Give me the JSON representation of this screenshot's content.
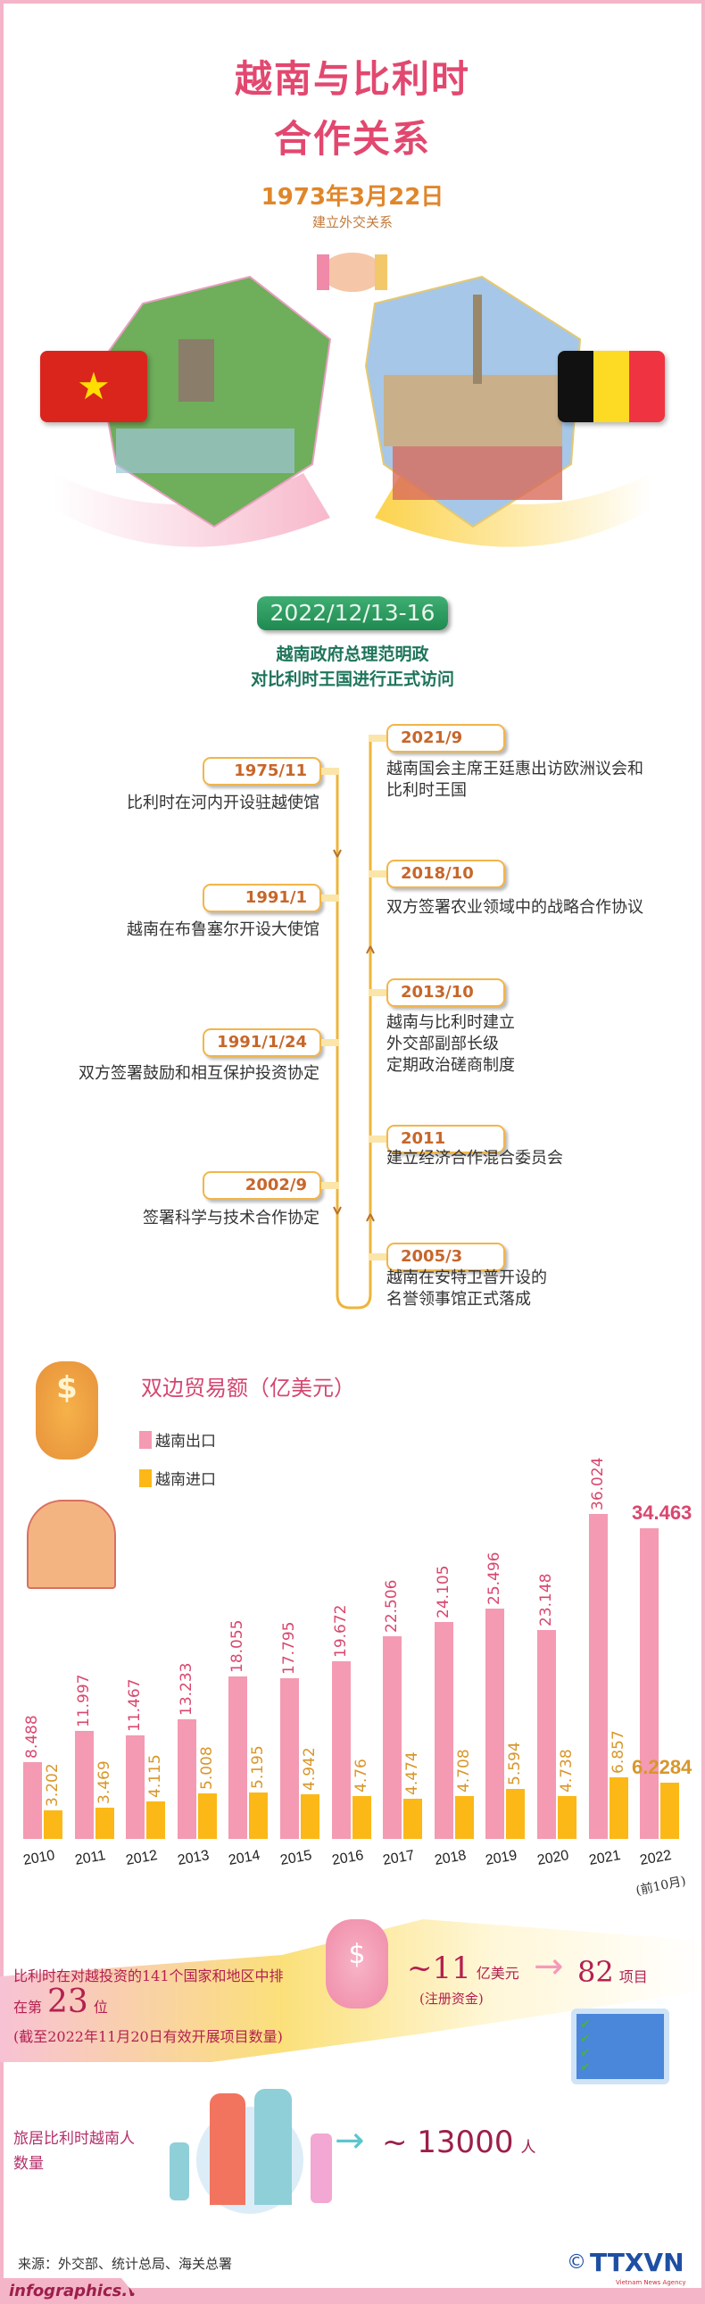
{
  "header": {
    "title_line1": "越南与比利时",
    "title_line2": "合作关系",
    "date": "1973年3月22日",
    "date_caption": "建立外交关系"
  },
  "visit": {
    "date": "2022/12/13-16",
    "line1": "越南政府总理范明政",
    "line2": "对比利时王国进行正式访问"
  },
  "timeline": {
    "left": [
      {
        "date": "1975/11",
        "text": [
          "比利时在河内开设驻越使馆"
        ]
      },
      {
        "date": "1991/1",
        "text": [
          "越南在布鲁塞尔开设大使馆"
        ]
      },
      {
        "date": "1991/1/24",
        "text": [
          "双方签署鼓励和相互保护投资协定"
        ]
      },
      {
        "date": "2002/9",
        "text": [
          "签署科学与技术合作协定"
        ]
      }
    ],
    "right": [
      {
        "date": "2021/9",
        "text": [
          "越南国会主席王廷惠出访欧洲议会和",
          "比利时王国"
        ]
      },
      {
        "date": "2018/10",
        "text": [
          "双方签署农业领域中的战略合作协议"
        ]
      },
      {
        "date": "2013/10",
        "text": [
          "越南与比利时建立",
          "外交部副部长级",
          "定期政治磋商制度"
        ]
      },
      {
        "date": "2011",
        "text": [
          "建立经济合作混合委员会"
        ]
      },
      {
        "date": "2005/3",
        "text": [
          "越南在安特卫普开设的",
          "名誉领事馆正式落成"
        ]
      }
    ]
  },
  "chart_data": {
    "type": "bar",
    "title": "双边贸易额（亿美元）",
    "categories": [
      "2010",
      "2011",
      "2012",
      "2013",
      "2014",
      "2015",
      "2016",
      "2017",
      "2018",
      "2019",
      "2020",
      "2021",
      "2022"
    ],
    "category_note": "(前10月)",
    "series": [
      {
        "name": "越南出口",
        "color": "#f49ab2",
        "label_color": "#d9476e",
        "values": [
          8.488,
          11.997,
          11.467,
          13.233,
          18.055,
          17.795,
          19.672,
          22.506,
          24.105,
          25.496,
          23.148,
          36.024,
          34.463
        ]
      },
      {
        "name": "越南进口",
        "color": "#fbb817",
        "label_color": "#d9962a",
        "values": [
          3.202,
          3.469,
          4.115,
          5.008,
          5.195,
          4.942,
          4.76,
          4.474,
          4.708,
          5.594,
          4.738,
          6.857,
          6.2284
        ]
      }
    ],
    "value_labels": {
      "export": [
        "8.488",
        "11.997",
        "11.467",
        "13.233",
        "18.055",
        "17.795",
        "19.672",
        "22.506",
        "24.105",
        "25.496",
        "23.148",
        "36.024",
        "34.463"
      ],
      "import": [
        "3.202",
        "3.469",
        "4.115",
        "5.008",
        "5.195",
        "4.942",
        "4.76",
        "4.474",
        "4.708",
        "5.594",
        "4.738",
        "6.857",
        "6.2284"
      ]
    },
    "ylim": [
      0,
      40
    ],
    "legend": "top-left"
  },
  "investment": {
    "rank_line1": "比利时在对越投资的141个国家和地区中排",
    "rank_prefix": "在第",
    "rank": "23",
    "rank_suffix": "位",
    "note": "(截至2022年11月20日有效开展项目数量)",
    "capital_value": "~11",
    "capital_unit": "亿美元",
    "capital_caption": "(注册资金)",
    "projects_value": "82",
    "projects_unit": "项目"
  },
  "diaspora": {
    "label_line1": "旅居比利时越南人",
    "label_line2": "数量",
    "value": "~ 13000",
    "unit": "人"
  },
  "footer": {
    "source": "来源：外交部、统计总局、海关总署",
    "site": "infographics.vn",
    "logo": "TTXVN",
    "logo_sub": "Vietnam News Agency"
  }
}
